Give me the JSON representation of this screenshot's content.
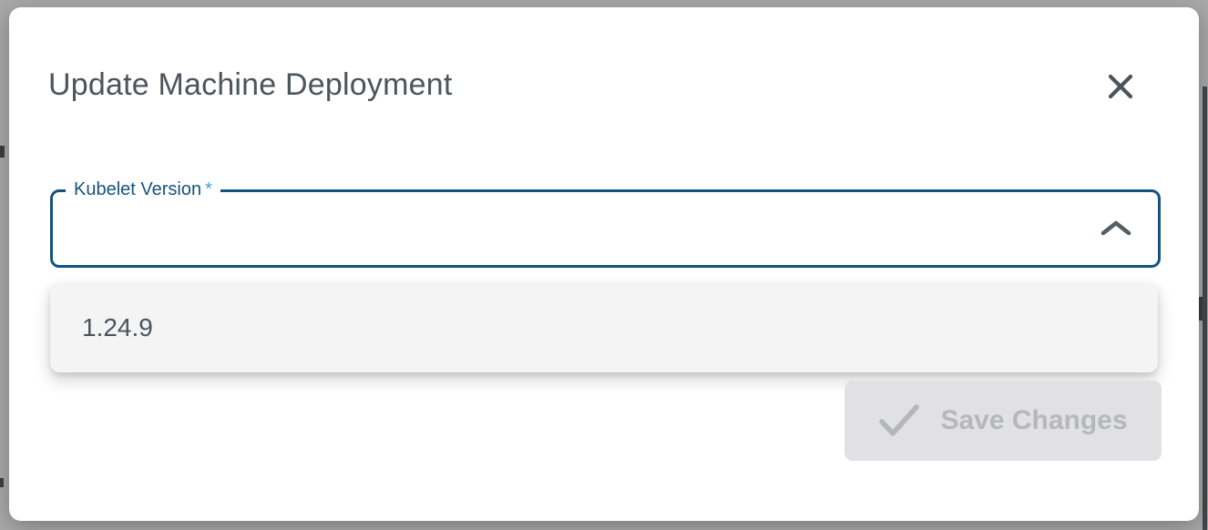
{
  "dialog": {
    "title": "Update Machine Deployment"
  },
  "form": {
    "kubelet_version": {
      "label": "Kubelet Version",
      "required_marker": "*",
      "value": "",
      "state": "open",
      "options": [
        "1.24.9"
      ]
    }
  },
  "actions": {
    "save_label": "Save Changes"
  },
  "icons": {
    "close": "close-icon",
    "field_toggle": "chevron-up-icon",
    "save": "check-icon"
  },
  "colors": {
    "field_accent": "#15537e",
    "required_asterisk": "#3da1ea",
    "title_text": "#4c555d",
    "option_text": "#4b545c",
    "panel_background": "#f4f4f5",
    "disabled_button_background": "#e1e1e3",
    "disabled_button_text": "#b5b8bb",
    "backdrop": "#a9a9a9"
  }
}
